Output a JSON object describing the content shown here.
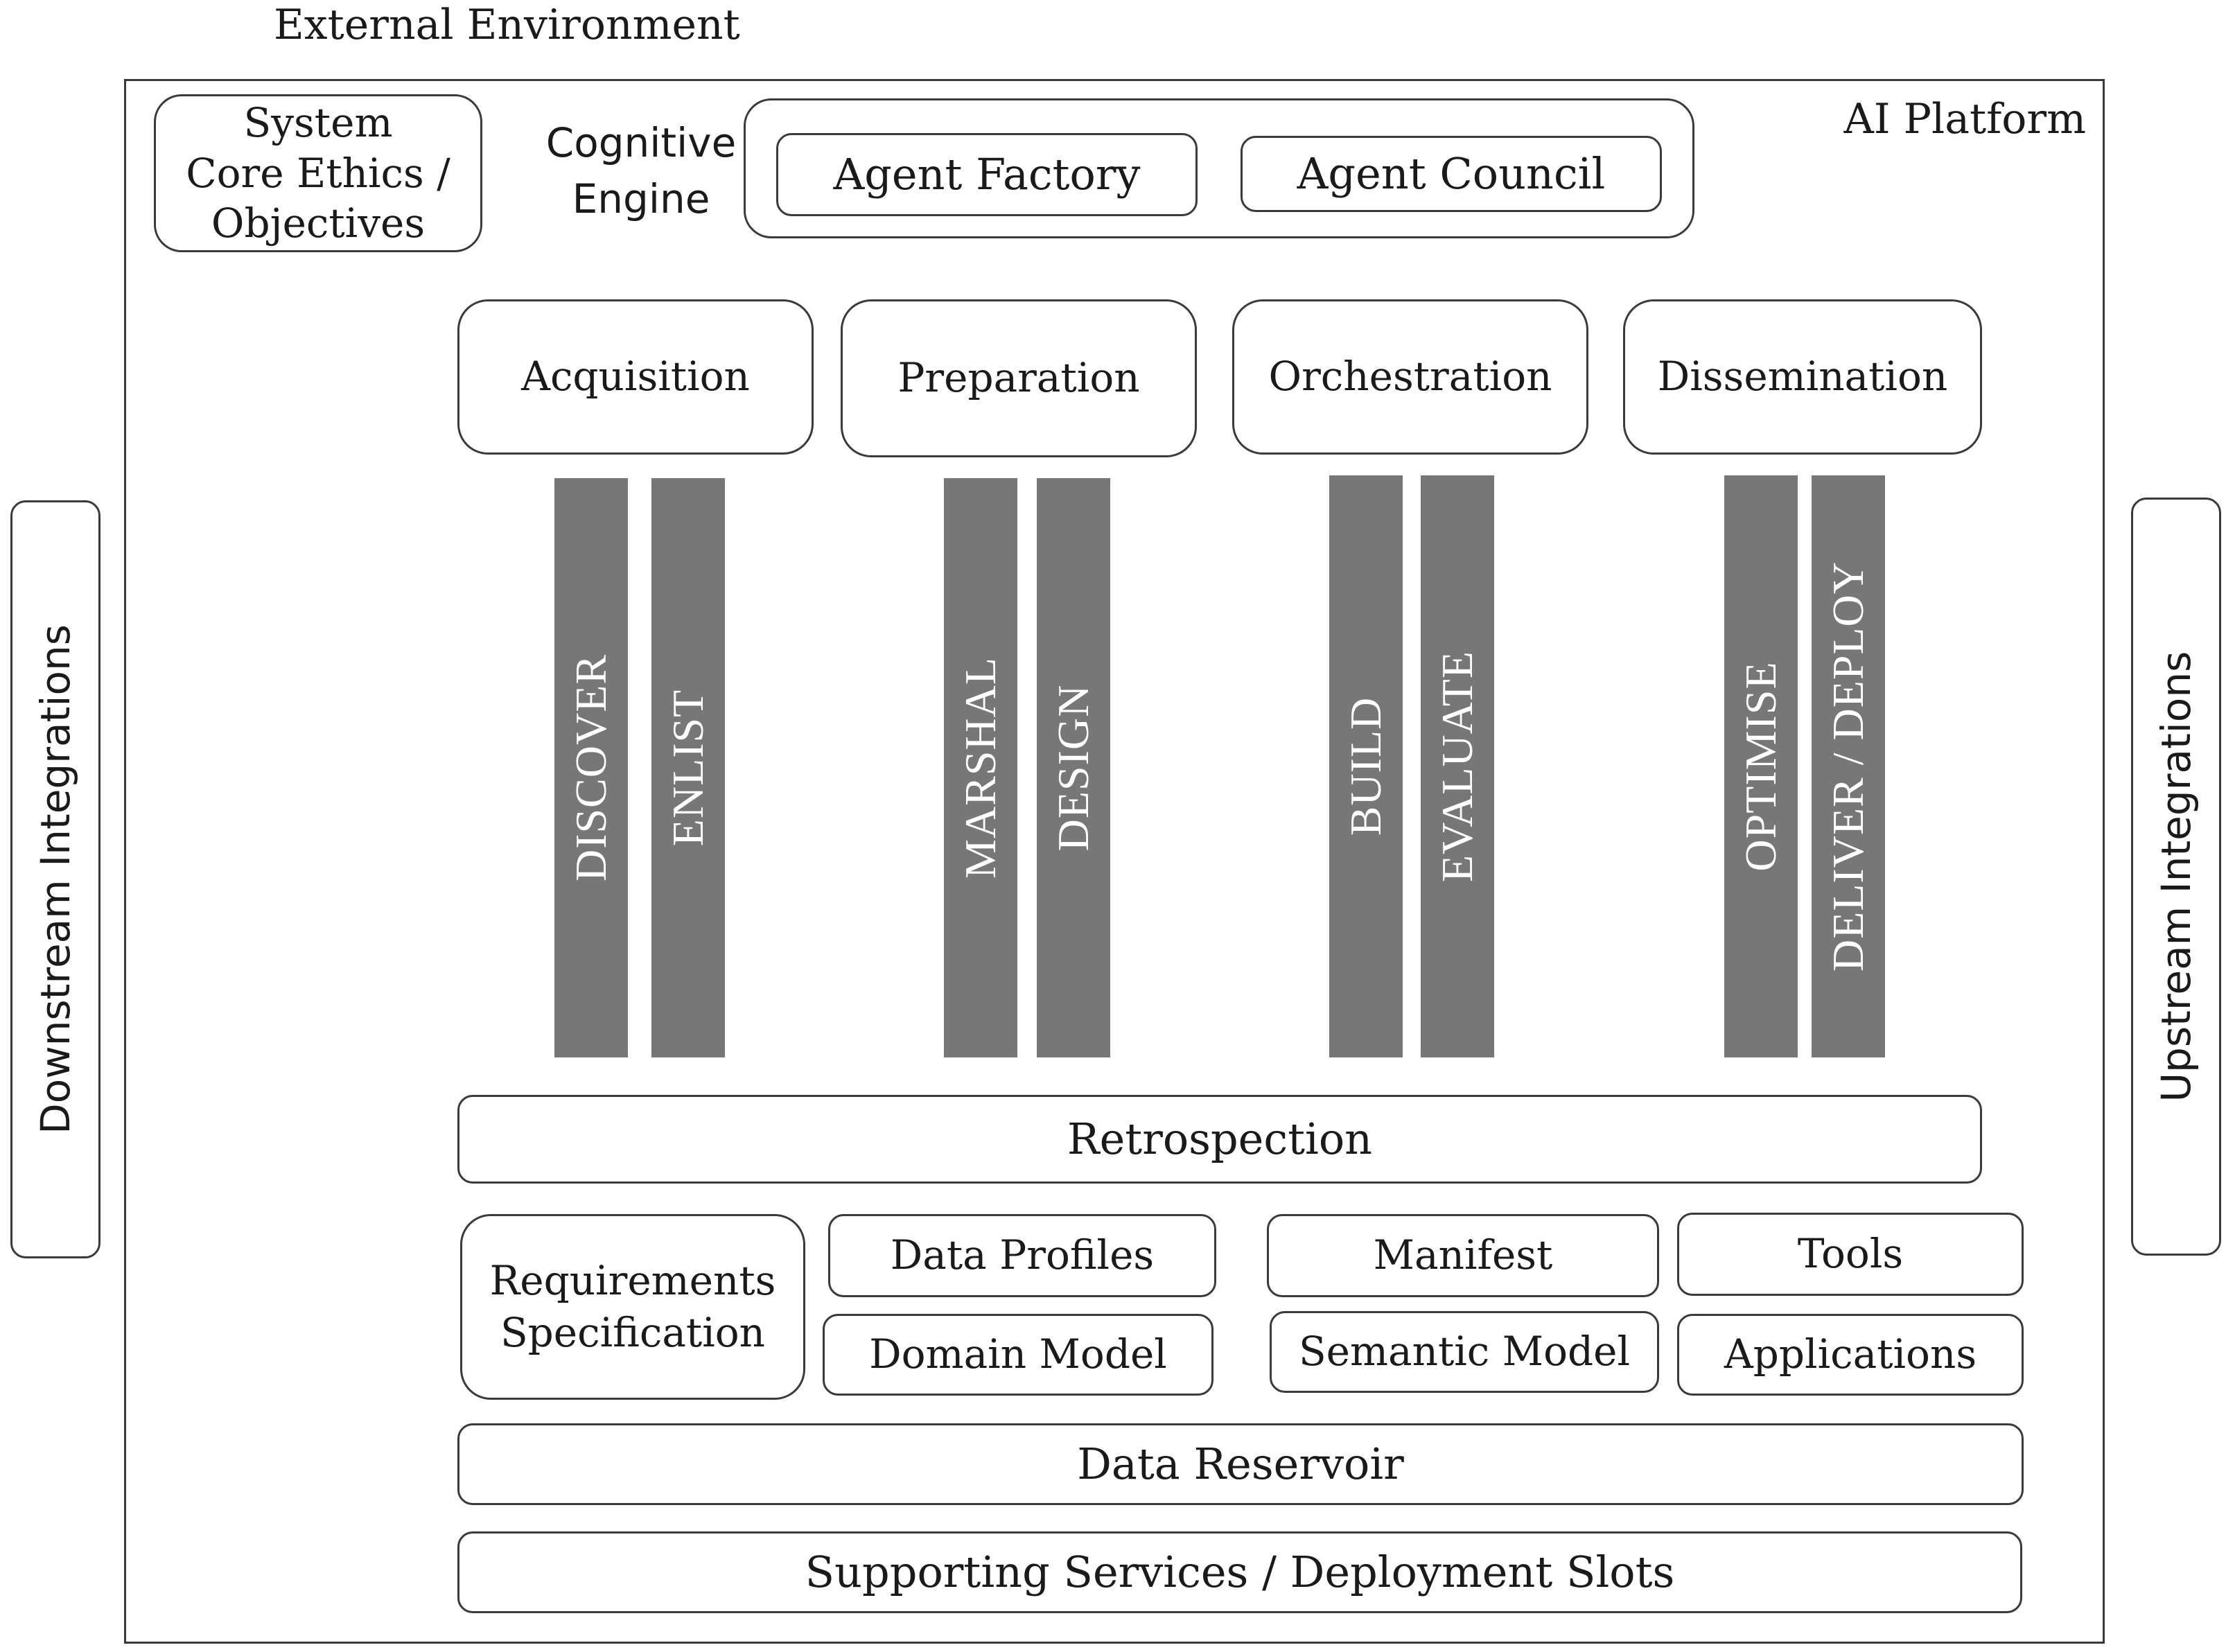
{
  "external_environment": "External Environment",
  "platform": {
    "title": "AI Platform"
  },
  "ethics_box": {
    "lines": [
      "System",
      "Core Ethics /",
      "Objectives"
    ]
  },
  "cognitive_engine": {
    "label_lines": [
      "Cognitive",
      "Engine"
    ],
    "agent_factory": "Agent Factory",
    "agent_council": "Agent Council"
  },
  "stages": [
    {
      "title": "Acquisition",
      "bars": [
        "DISCOVER",
        "ENLIST"
      ]
    },
    {
      "title": "Preparation",
      "bars": [
        "MARSHAL",
        "DESIGN"
      ]
    },
    {
      "title": "Orchestration",
      "bars": [
        "BUILD",
        "EVALUATE"
      ]
    },
    {
      "title": "Dissemination",
      "bars": [
        "OPTIMISE",
        "DELIVER / DEPLOY"
      ]
    }
  ],
  "retrospection": "Retrospection",
  "requirements": {
    "lines": [
      "Requirements",
      "Specification"
    ]
  },
  "data_profiles": "Data Profiles",
  "domain_model": "Domain Model",
  "manifest": "Manifest",
  "semantic_model": "Semantic Model",
  "tools": "Tools",
  "applications": "Applications",
  "data_reservoir": "Data Reservoir",
  "supporting_services": "Supporting Services / Deployment Slots",
  "downstream": "Downstream Integrations",
  "upstream": "Upstream Integrations",
  "colors": {
    "bar_fill": "#777777",
    "border": "#3a3a3a"
  }
}
